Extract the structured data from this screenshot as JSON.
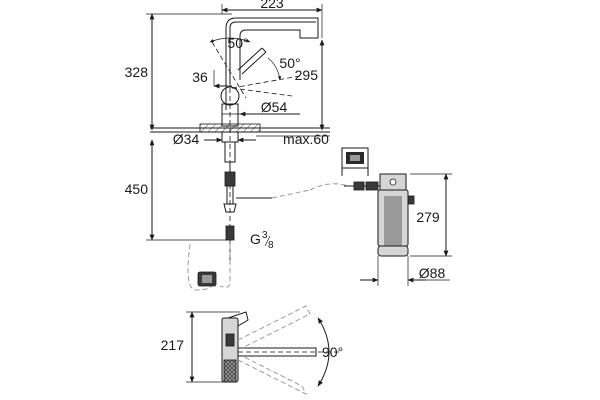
{
  "dimensions": {
    "spout_reach": "223",
    "total_height": "328",
    "spout_height": "295",
    "swivel_angle_top": "50°",
    "swivel_angle_right": "50°",
    "lever_offset": "36",
    "body_diameter": "Ø54",
    "hole_diameter": "Ø34",
    "max_deck_thickness": "max.60",
    "hose_length": "450",
    "thread_size_main": "G",
    "thread_size_num": "3",
    "thread_size_den": "8",
    "filter_height": "279",
    "filter_diameter": "Ø88",
    "plan_height": "217",
    "rotation_angle": "90°"
  }
}
